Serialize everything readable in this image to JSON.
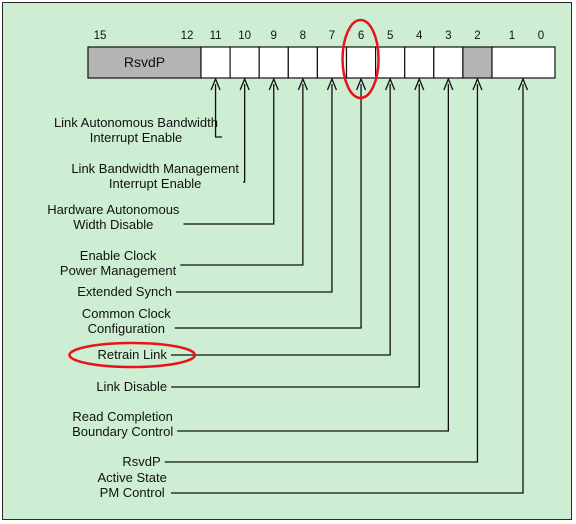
{
  "register": {
    "bit_numbers": [
      "15",
      "12",
      "11",
      "10",
      "9",
      "8",
      "7",
      "6",
      "5",
      "4",
      "3",
      "2",
      "1",
      "0"
    ],
    "reserved_label": "RsvdP"
  },
  "fields": [
    {
      "bit": "11",
      "lines": [
        "Link Autonomous Bandwidth",
        "Interrupt Enable"
      ]
    },
    {
      "bit": "10",
      "lines": [
        "Link Bandwidth Management",
        "Interrupt Enable"
      ]
    },
    {
      "bit": "9",
      "lines": [
        "Hardware Autonomous",
        "Width Disable"
      ]
    },
    {
      "bit": "8",
      "lines": [
        "Enable Clock",
        "Power Management"
      ]
    },
    {
      "bit": "7",
      "lines": [
        "Extended Synch"
      ]
    },
    {
      "bit": "6",
      "lines": [
        "Common Clock",
        "Configuration"
      ]
    },
    {
      "bit": "5",
      "lines": [
        "Retrain Link"
      ],
      "highlighted": true
    },
    {
      "bit": "4",
      "lines": [
        "Link Disable"
      ]
    },
    {
      "bit": "3",
      "lines": [
        "Read Completion",
        "Boundary Control"
      ]
    },
    {
      "bit": "2",
      "lines": [
        "RsvdP"
      ]
    },
    {
      "bit": "1:0",
      "lines": [
        "Active State",
        "PM Control"
      ]
    }
  ],
  "highlight": {
    "bit_number": "6",
    "field_label": "Retrain Link",
    "color": "#e8141c"
  },
  "colors": {
    "background": "#cdeed3",
    "reserved_fill": "#b4b4b4",
    "cell_fill": "#ffffff",
    "line": "#111111"
  }
}
